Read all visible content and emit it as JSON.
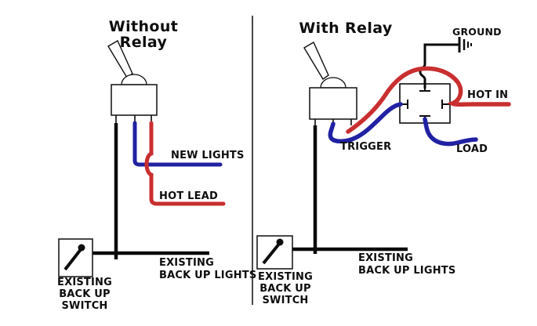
{
  "diagram": {
    "left_panel": {
      "title": "Without Relay",
      "new_lights_label": "NEW LIGHTS",
      "hot_lead_label": "HOT LEAD",
      "existing_lights_label": "EXISTING\nBACK UP LIGHTS",
      "existing_switch_label": "EXISTING\nBACK UP\nSWITCH"
    },
    "right_panel": {
      "title": "With Relay",
      "ground_label": "GROUND",
      "hot_in_label": "HOT IN",
      "trigger_label": "TRIGGER",
      "load_label": "LOAD",
      "existing_lights_label": "EXISTING\nBACK UP LIGHTS",
      "existing_switch_label": "EXISTING\nBACK UP\nSWITCH"
    },
    "colors": {
      "wire_red": "#c92f2f",
      "wire_blue": "#2121a3",
      "wire_black": "#0a0a0a"
    }
  }
}
